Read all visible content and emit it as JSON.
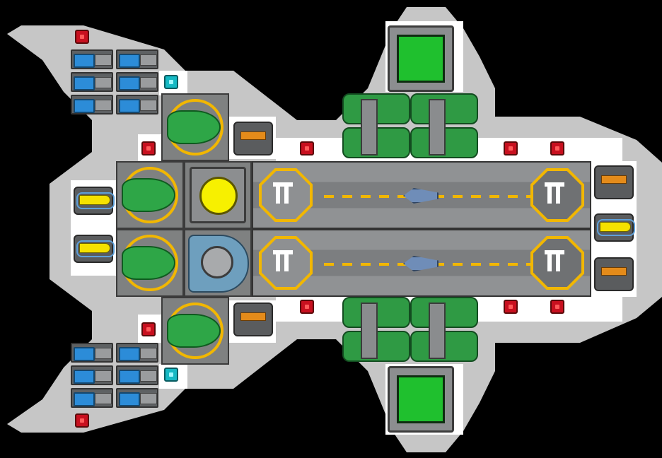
{
  "scene": {
    "name": "ship-layout",
    "background_color": "#000000",
    "hull_color": "#c6c6c6",
    "floor_color": "#ffffff",
    "room_color": "#7f8181"
  },
  "icons": {
    "red_node": "red-square-node",
    "cyan_node": "cyan-square-node",
    "battery_cell": "blue-battery-cell",
    "green_pod": "green-drone-pod",
    "yellow_ring": "yellow-ring",
    "yellow_core": "yellow-reactor-core",
    "shield_console": "blue-shield-console",
    "launch_pad": "octagon-landing-pad",
    "fighter": "blue-fighter-craft",
    "gas_tank": "green-gas-tank",
    "turret_orange": "orange-turret",
    "turret_yellow": "yellow-missile-launcher",
    "monitor": "green-screen-monitor"
  },
  "colors": {
    "red": "#c8101f",
    "cyan": "#16b9c4",
    "green": "#2ea647",
    "yellow": "#f2b700",
    "orange": "#e48b1a",
    "blue": "#2c8cd8"
  }
}
